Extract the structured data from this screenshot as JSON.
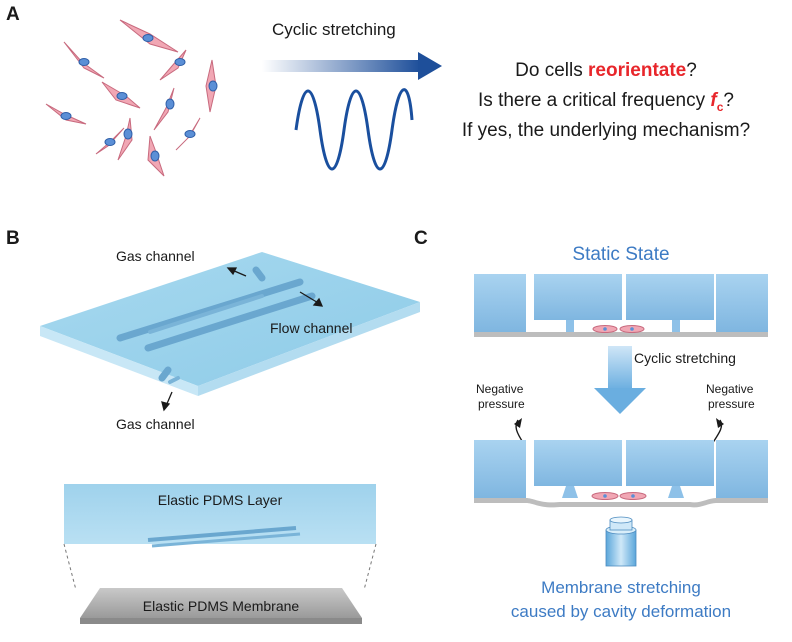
{
  "panel_a": {
    "letter": "A",
    "arrow_label": "Cyclic stretching",
    "q1_prefix": "Do cells ",
    "q1_highlight": "reorientate",
    "q1_suffix": "?",
    "q2_prefix": "Is there a critical frequency ",
    "q2_symbol": "f",
    "q2_subscript": "c",
    "q2_suffix": "?",
    "q3": "If yes, the underlying mechanism?"
  },
  "panel_b": {
    "letter": "B",
    "gas_channel_top": "Gas channel",
    "flow_channel": "Flow channel",
    "gas_channel_bottom": "Gas channel",
    "layer_label": "Elastic PDMS Layer",
    "membrane_label": "Elastic PDMS Membrane"
  },
  "panel_c": {
    "letter": "C",
    "static_state": "Static State",
    "cyclic_stretching": "Cyclic stretching",
    "neg_left_1": "Negative",
    "neg_left_2": "pressure",
    "neg_right_1": "Negative",
    "neg_right_2": "pressure",
    "result_1": "Membrane stretching",
    "result_2": "caused by cavity deformation"
  },
  "colors": {
    "accent_blue": "#3d7bc4",
    "cell_pink": "#f1a7b4",
    "nucleus_blue": "#5b8fd6",
    "highlight_red": "#e8262b",
    "wave_blue": "#1a4f9e",
    "block_blue": "#8ec1e8"
  }
}
